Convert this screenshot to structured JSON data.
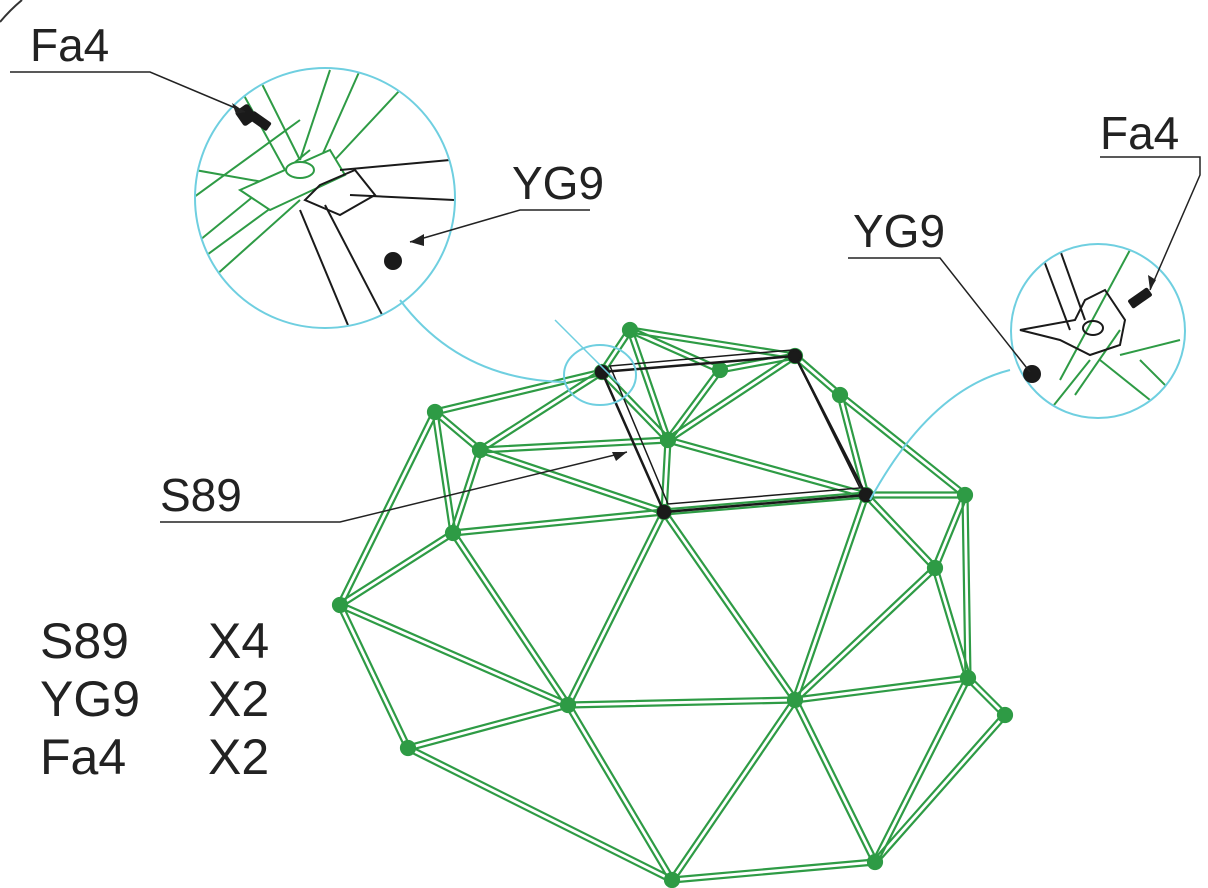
{
  "callouts": {
    "fa4_left": "Fa4",
    "yg9_left": "YG9",
    "fa4_right": "Fa4",
    "yg9_right": "YG9",
    "s89": "S89"
  },
  "parts_list": [
    {
      "code": "S89",
      "qty": "X4"
    },
    {
      "code": "YG9",
      "qty": "X2"
    },
    {
      "code": "Fa4",
      "qty": "X2"
    }
  ],
  "colors": {
    "frame": "#2e9b45",
    "detail_circle": "#6fcfe0",
    "hardware": "#1a1a1a"
  }
}
